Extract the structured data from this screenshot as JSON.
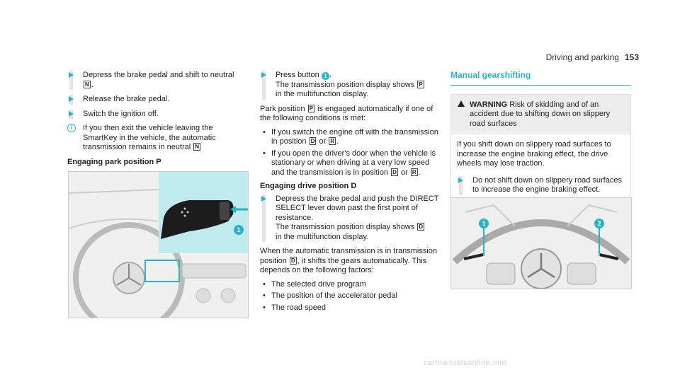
{
  "header": {
    "section": "Driving and parking",
    "page": "153"
  },
  "col1": {
    "step1a": "Depress the brake pedal and shift to neutral",
    "sym_n1": "N",
    "step1b": ".",
    "step2": "Release the brake pedal.",
    "step3": "Switch the ignition off.",
    "info_icon": "i",
    "info": "If you then exit the vehicle leaving the SmartKey in the vehicle, the automatic transmission remains in neutral",
    "sym_n2": "N",
    "heading": "Engaging park position P"
  },
  "col2": {
    "step1a": "Press button",
    "callout1": "1",
    "step1b": ".",
    "step1c": "The transmission position display shows",
    "sym_p1": "P",
    "step1d": "in the multifunction display.",
    "park_a": "Park position",
    "sym_p2": "P",
    "park_b": "is engaged automatically if one of the following conditions is met:",
    "bullet1a": "If you switch the engine off with the transmission in position",
    "sym_d1": "D",
    "bullet1b": "or",
    "sym_r1": "R",
    "bullet1c": ".",
    "bullet2a": "If you open the driver's door when the vehicle is stationary or when driving at a very low speed and the transmission is in position",
    "sym_d2": "D",
    "bullet2b": "or",
    "sym_r2": "R",
    "bullet2c": ".",
    "heading": "Engaging drive position D",
    "step2a": "Depress the brake pedal and push the DIRECT SELECT lever down past the first point of resistance.",
    "step2b": "The transmission position display shows",
    "sym_d3": "D",
    "step2c": "in the multifunction display.",
    "para_a": "When the automatic transmission is in transmission position",
    "sym_d4": "D",
    "para_b": ", it shifts the gears automatically. This depends on the following factors:",
    "factors": [
      "The selected drive program",
      "The position of the accelerator pedal",
      "The road speed"
    ]
  },
  "col3": {
    "title": "Manual gearshifting",
    "warning_title": "WARNING",
    "warning_text": "Risk of skidding and of an accident due to shifting down on slippery road surfaces",
    "warning_body": "If you shift down on slippery road surfaces to increase the engine braking effect, the drive wheels may lose traction.",
    "step": "Do not shift down on slippery road surfaces to increase the engine braking effect."
  },
  "fig1": {
    "callout": "1"
  },
  "fig2": {
    "callout1": "1",
    "callout2": "2"
  },
  "footer": "carmanualsonline.info",
  "colors": {
    "accent": "#2ab3c3",
    "highlight": "#bfeaee"
  }
}
